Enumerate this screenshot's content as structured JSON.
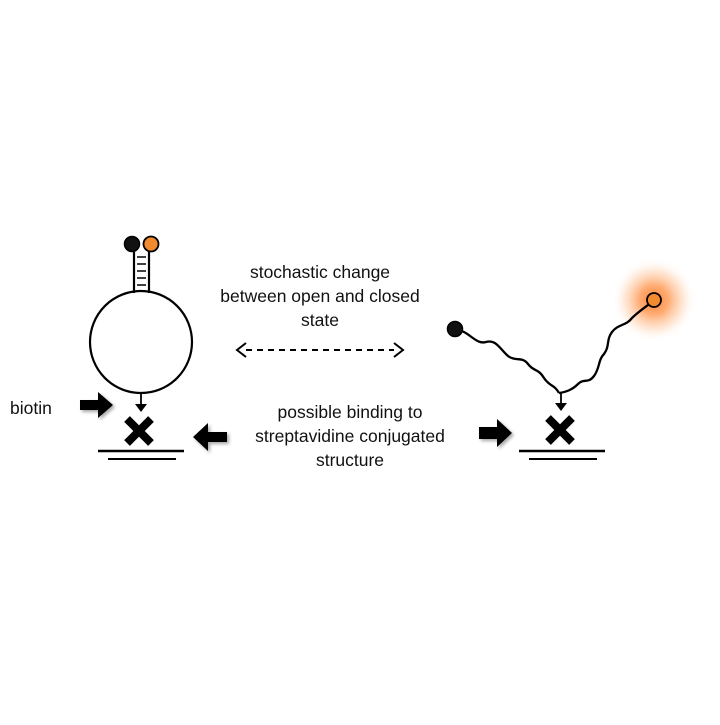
{
  "labels": {
    "stochastic_line1": "stochastic change",
    "stochastic_line2": "between open and closed",
    "stochastic_line3": "state",
    "binding_line1": "possible binding to",
    "binding_line2": "streptavidine conjugated",
    "binding_line3": "structure",
    "biotin": "biotin"
  },
  "colors": {
    "ink": "#000000",
    "fluorophore": "#f28a2e",
    "quencher": "#111111",
    "glow": "#ff8a3a"
  },
  "icons": {
    "biotin_marker": "x-cross-icon",
    "pointer": "block-arrow-icon"
  }
}
